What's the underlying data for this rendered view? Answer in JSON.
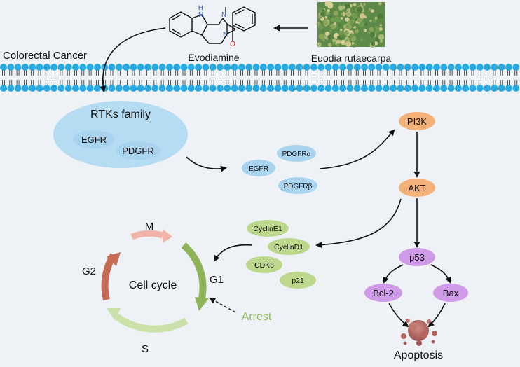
{
  "context_label": "Colorectal Cancer",
  "compound": {
    "name": "Evodiamine",
    "atom_nh": "N\nH",
    "atom_n": "N",
    "atom_o": "O"
  },
  "plant": {
    "name": "Euodia rutaecarpa"
  },
  "rtk": {
    "family_label": "RTKs family",
    "members": [
      "EGFR",
      "PDGFR"
    ]
  },
  "receptors": [
    "PDGFRα",
    "EGFR",
    "PDGFRβ"
  ],
  "pathway": {
    "pi3k": "PI3K",
    "akt": "AKT",
    "p53": "p53",
    "bcl2": "Bcl-2",
    "bax": "Bax",
    "outcome": "Apoptosis"
  },
  "cell_cycle": {
    "title": "Cell cycle",
    "phases": {
      "m": "M",
      "g1": "G1",
      "s": "S",
      "g2": "G2"
    },
    "arrest": "Arrest",
    "regulators": [
      "CyclinE1",
      "CyclinD1",
      "CDK6",
      "p21"
    ]
  },
  "colors": {
    "background": "#eef2f6",
    "rtk_ellipse": "#b6dcf3",
    "receptor_ellipse": "#a9d4ef",
    "pi3k_akt": "#f4b27a",
    "p53_bcl_bax": "#cf9ae8",
    "regulators": "#bcd88c",
    "membrane_head": "#28a9e2",
    "arrest_text": "#8fba5a"
  }
}
